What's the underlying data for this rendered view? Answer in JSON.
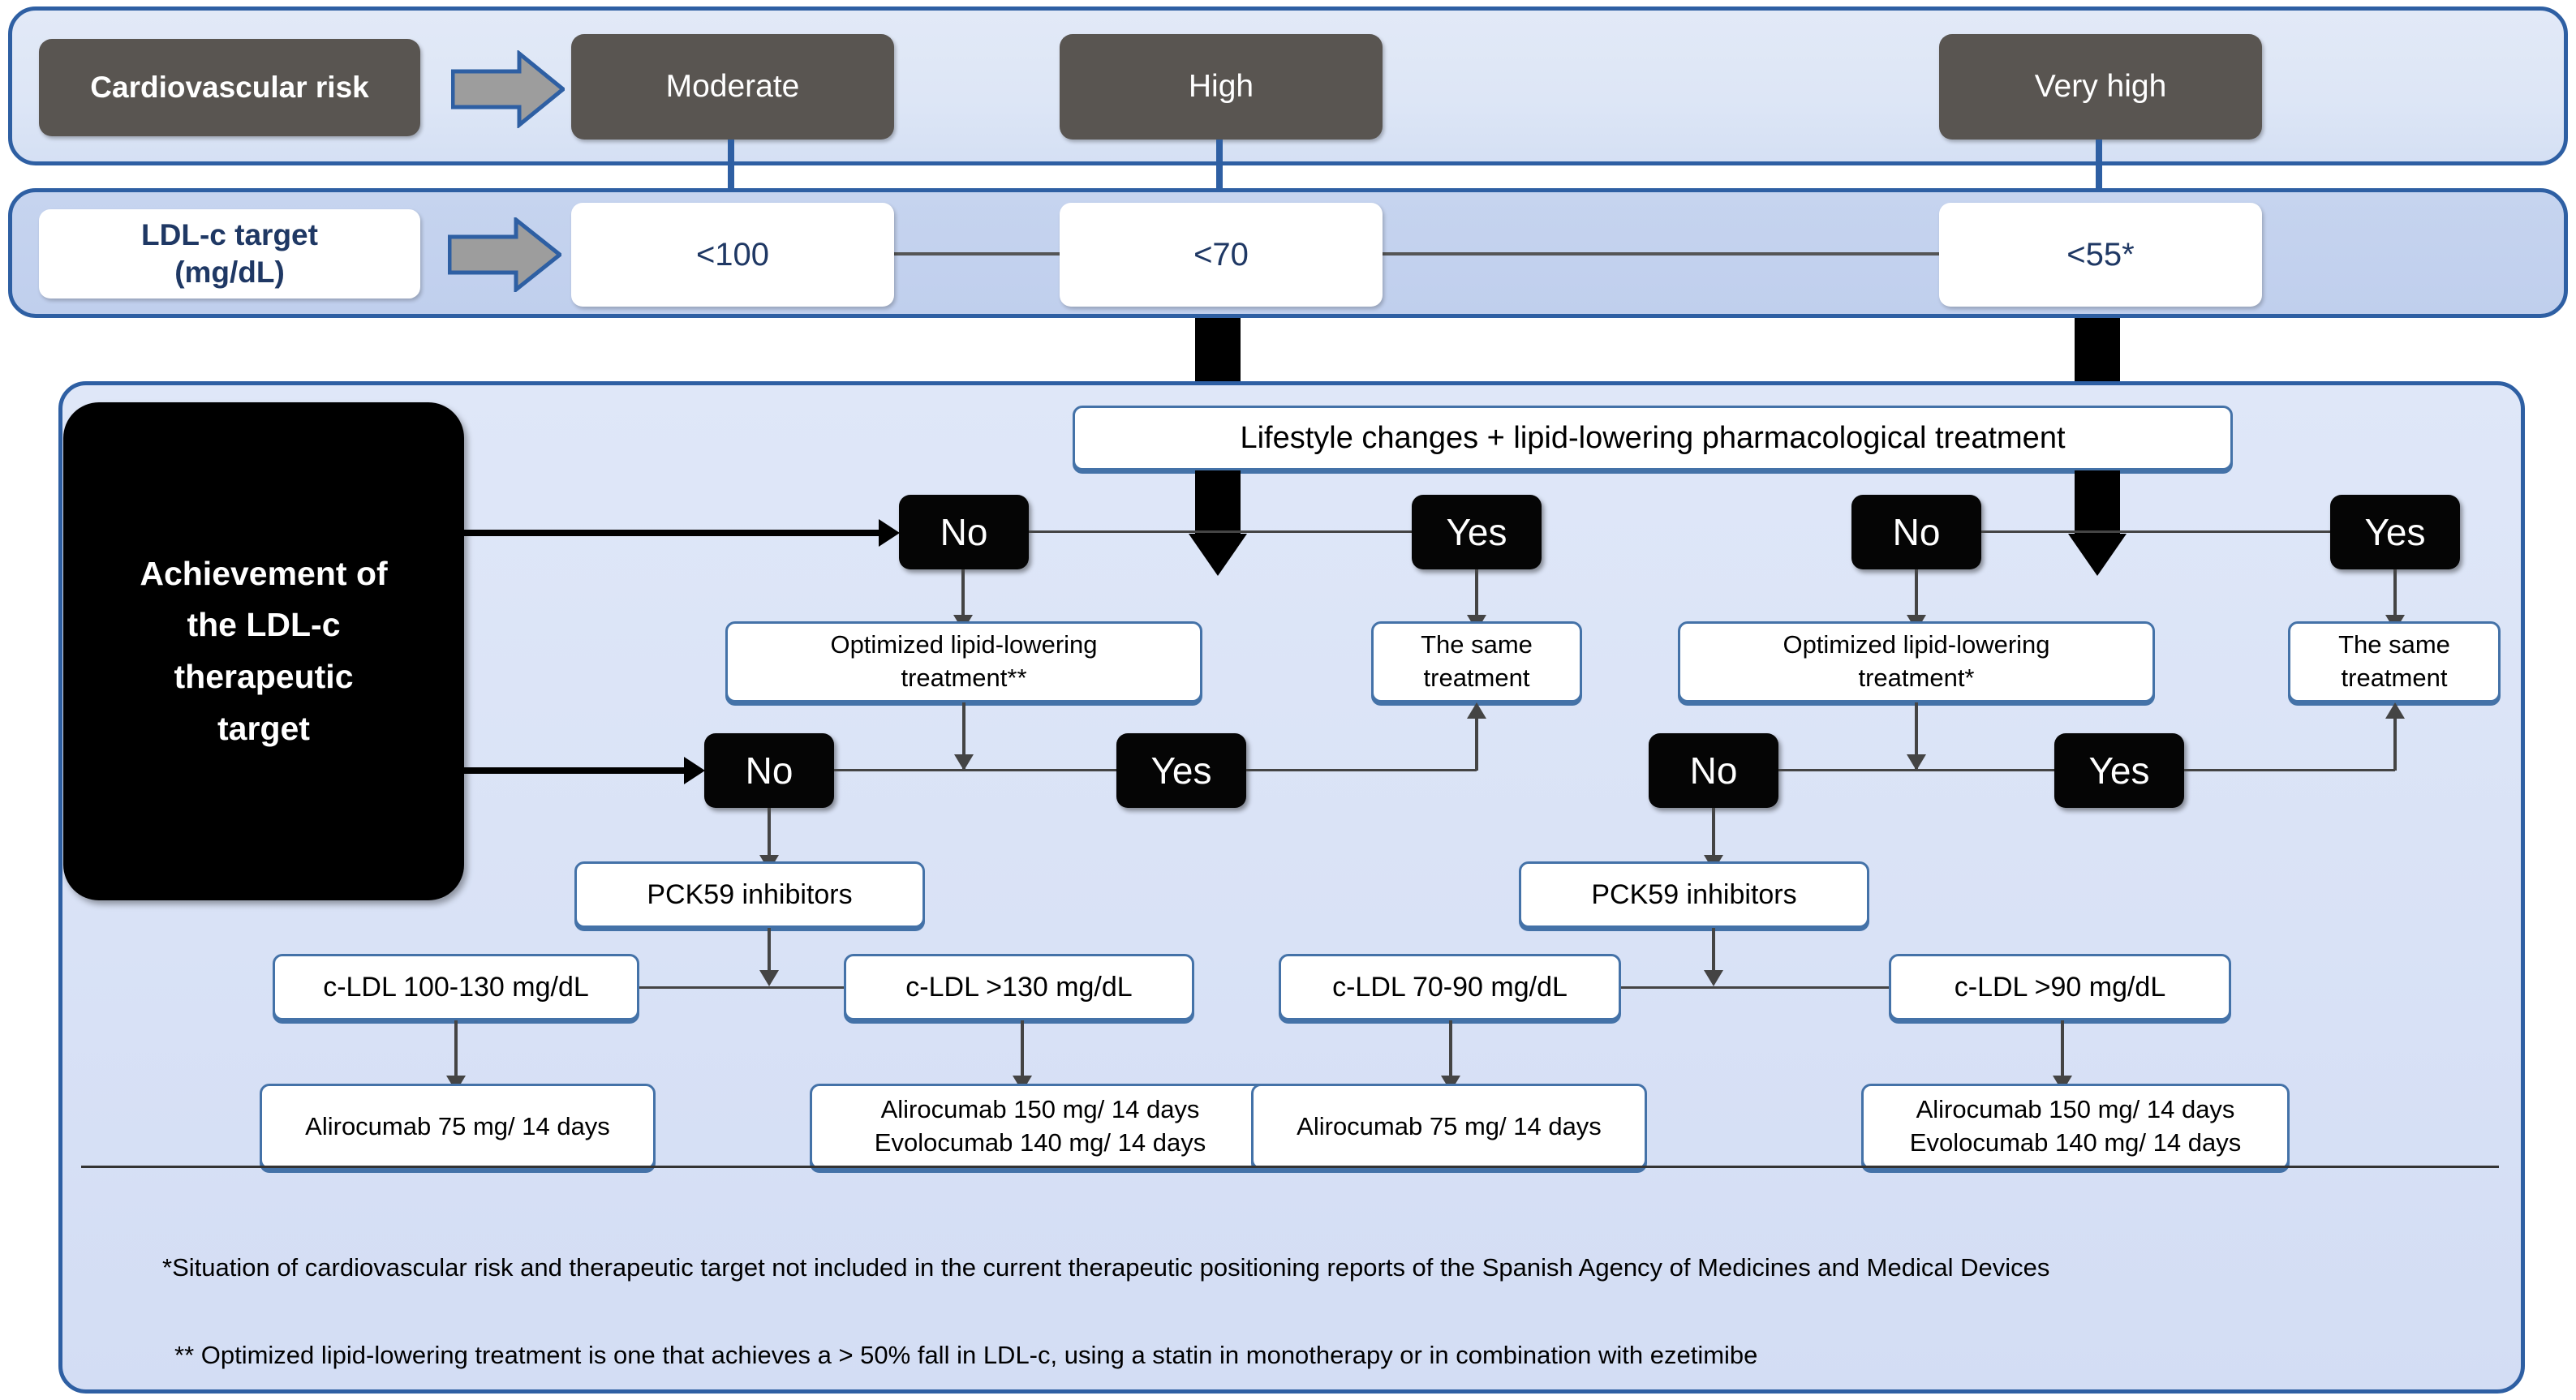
{
  "diagram": {
    "title_hidden": "Lipid-lowering therapeutic algorithm by cardiovascular risk",
    "risk_row": {
      "label": "Cardiovascular risk",
      "arrow_icon": "thick-right-chevron",
      "levels": [
        {
          "label": "Moderate"
        },
        {
          "label": "High"
        },
        {
          "label": "Very high"
        }
      ]
    },
    "target_row": {
      "label": "LDL-c target\n(mg/dL)",
      "label_line1": "LDL-c target",
      "label_line2": "(mg/dL)",
      "arrow_icon": "thick-right-chevron",
      "targets": [
        {
          "value": "<100"
        },
        {
          "value": "<70"
        },
        {
          "value": "<55*"
        }
      ]
    },
    "algorithm": {
      "root_box": {
        "line1": "Achievement of",
        "line2": "the LDL-c",
        "line3": "therapeutic",
        "line4": "target"
      },
      "banner": "Lifestyle changes + lipid-lowering pharmacological treatment",
      "decision_labels": {
        "no": "No",
        "yes": "Yes"
      },
      "branches": [
        {
          "id": "high-risk-branch",
          "level1": {
            "no_label": "No",
            "yes_label": "Yes",
            "no_result": "Optimized lipid-lowering treatment**",
            "no_result_line1": "Optimized lipid-lowering",
            "no_result_line2": "treatment**",
            "yes_result_line1": "The same",
            "yes_result_line2": "treatment"
          },
          "level2": {
            "no_label": "No",
            "yes_label": "Yes",
            "no_result": "PCK59 inhibitors"
          },
          "ldl_split": [
            {
              "range": "c-LDL 100-130 mg/dL",
              "drug_line1": "Alirocumab 75 mg/ 14 days",
              "drug_line2": ""
            },
            {
              "range": "c-LDL >130 mg/dL",
              "drug_line1": "Alirocumab 150 mg/ 14 days",
              "drug_line2": "Evolocumab 140 mg/ 14 days"
            }
          ]
        },
        {
          "id": "very-high-risk-branch",
          "level1": {
            "no_label": "No",
            "yes_label": "Yes",
            "no_result": "Optimized lipid-lowering treatment*",
            "no_result_line1": "Optimized lipid-lowering",
            "no_result_line2": "treatment*",
            "yes_result_line1": "The same",
            "yes_result_line2": "treatment"
          },
          "level2": {
            "no_label": "No",
            "yes_label": "Yes",
            "no_result": "PCK59 inhibitors"
          },
          "ldl_split": [
            {
              "range": "c-LDL 70-90 mg/dL",
              "drug_line1": "Alirocumab 75 mg/ 14 days",
              "drug_line2": ""
            },
            {
              "range": "c-LDL >90 mg/dL",
              "drug_line1": "Alirocumab 150 mg/ 14 days",
              "drug_line2": "Evolocumab 140 mg/ 14 days"
            }
          ]
        }
      ]
    },
    "footnotes": [
      "*Situation of cardiovascular risk and therapeutic target not included in the current therapeutic positioning reports of the Spanish Agency of Medicines and Medical Devices",
      "** Optimized lipid-lowering treatment is one that achieves a > 50% fall in LDL-c, using a statin in monotherapy or in combination with ezetimibe"
    ]
  },
  "colors": {
    "panel_border": "#2E5FA3",
    "panel_risk_bg": "#DFE7F7",
    "panel_target_bg": "#C4D2EE",
    "panel_algo_bg": "#DCE5F7",
    "grey_box": "#595551",
    "target_text": "#1F3864",
    "black_box": "#000000",
    "wbox_border": "#4472A8"
  }
}
